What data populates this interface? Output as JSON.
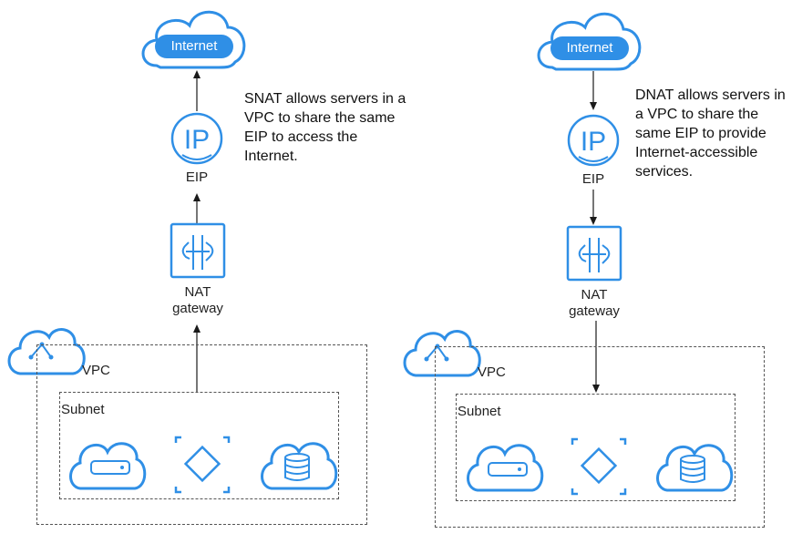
{
  "colors": {
    "accent": "#2f8fe6",
    "accent_light": "#eaf4fd",
    "line": "#1a1a1a",
    "dash": "#555555"
  },
  "snat": {
    "internet_label": "Internet",
    "eip_label": "EIP",
    "nat_label_line1": "NAT",
    "nat_label_line2": "gateway",
    "vpc_label": "VPC",
    "subnet_label": "Subnet",
    "description": "SNAT allows servers in a VPC to share the same EIP to access the Internet."
  },
  "dnat": {
    "internet_label": "Internet",
    "eip_label": "EIP",
    "nat_label_line1": "NAT",
    "nat_label_line2": "gateway",
    "vpc_label": "VPC",
    "subnet_label": "Subnet",
    "description": "DNAT allows servers in a VPC to share the same EIP to provide Internet-accessible services."
  },
  "icons": [
    "internet-cloud-icon",
    "eip-icon",
    "nat-gateway-icon",
    "vpc-cloud-icon",
    "ecs-server-icon",
    "bms-icon",
    "rds-database-icon"
  ]
}
